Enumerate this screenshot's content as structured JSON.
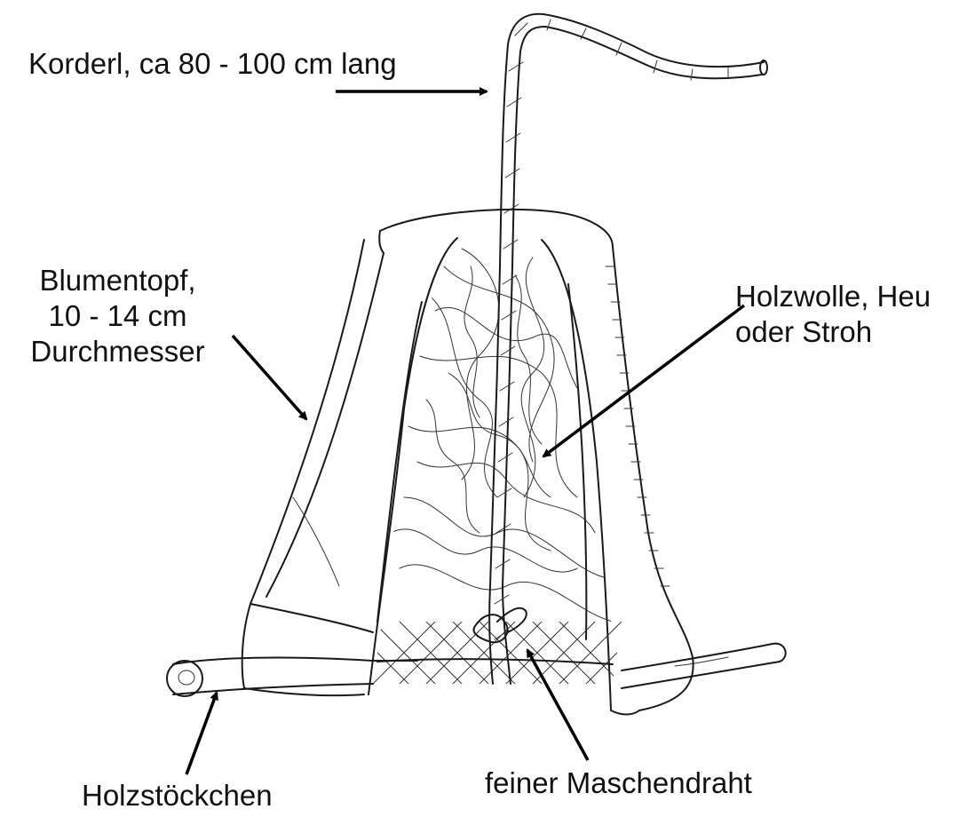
{
  "labels": {
    "cord": "Korderl, ca 80 - 100 cm lang",
    "pot": [
      "Blumentopf,",
      "10 - 14 cm",
      "Durchmesser"
    ],
    "filling": [
      "Holzwolle, Heu",
      "oder Stroh"
    ],
    "stick": "Holzstöckchen",
    "mesh": "feiner Maschendraht"
  }
}
